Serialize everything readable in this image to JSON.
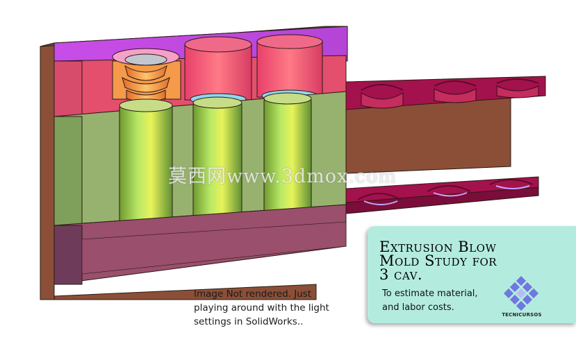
{
  "watermark": "莫西网www.3dmox.com",
  "caption": {
    "lines": [
      "Image Not rendered. Just",
      "playing around with the light",
      "settings in SolidWorks.."
    ]
  },
  "info_card": {
    "title_lines": [
      "Extrusion Blow",
      "Mold Study for",
      "3 cav."
    ],
    "subtitle_lines": [
      "To estimate material,",
      "and labor costs."
    ],
    "logo_text": "TECNICURSOS",
    "background_color": "#b3ecdf"
  },
  "colors": {
    "green_block": "#97b26e",
    "pink_block": "#e44f6e",
    "magenta_top": "#d24ee6",
    "maroon_base": "#9a4f6c",
    "brown_back": "#8b4f37",
    "right_plate": "#a3124c"
  }
}
